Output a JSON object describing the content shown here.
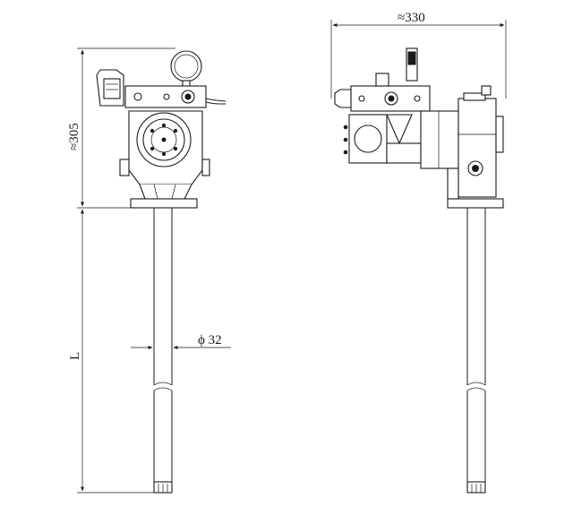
{
  "dimensions": {
    "width_top": "≈330",
    "height_head": "≈305",
    "tube_diameter": "ϕ 32",
    "tube_length": "L"
  },
  "colors": {
    "line": "#1a1a1a",
    "background": "#ffffff"
  }
}
